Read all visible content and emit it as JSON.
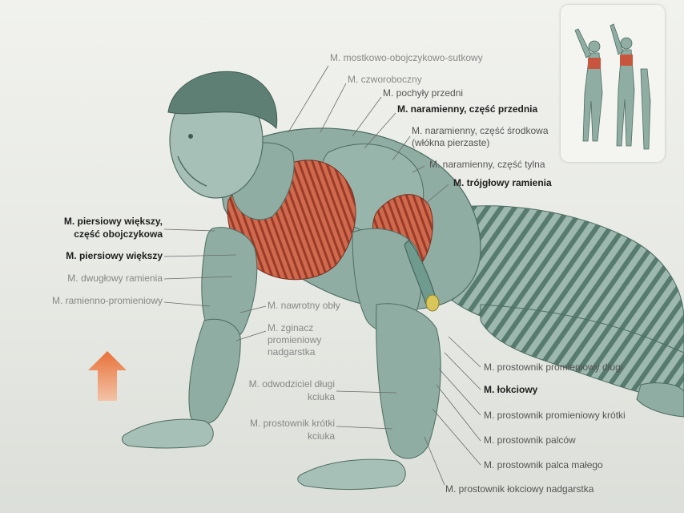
{
  "labels": {
    "mostkowo": "M. mostkowo-obojczykowo-sutkowy",
    "czworoboczny": "M. czworoboczny",
    "pochyly": "M. pochyły przedni",
    "nar_przednia": "M. naramienny, część przednia",
    "nar_srodkowa_1": "M. naramienny, część środkowa",
    "nar_srodkowa_2": "(włókna pierzaste)",
    "nar_tylna": "M. naramienny, część tylna",
    "trojglowy": "M. trójgłowy ramienia",
    "piersiowy_obojcz_1": "M. piersiowy większy,",
    "piersiowy_obojcz_2": "część obojczykowa",
    "piersiowy": "M. piersiowy większy",
    "dwuglowy": "M. dwugłowy ramienia",
    "ramienno": "M. ramienno-promieniowy",
    "nawrotny": "M. nawrotny obły",
    "zginacz_1": "M. zginacz",
    "zginacz_2": "promieniowy",
    "zginacz_3": "nadgarstka",
    "odwodziciel_1": "M. odwodziciel długi",
    "odwodziciel_2": "kciuka",
    "prost_krotki_1": "M. prostownik krótki",
    "prost_krotki_2": "kciuka",
    "prost_prom_dlugi": "M. prostownik promieniowy długi",
    "lokciowy": "M. łokciowy",
    "prost_prom_krotki": "M. prostownik promieniowy krótki",
    "prost_palcow": "M. prostownik palców",
    "prost_palca": "M. prostownik palca małego",
    "prost_lokciowy": "M. prostownik łokciowy nadgarstka"
  },
  "colors": {
    "muscle": "#8fada3",
    "muscle_dark": "#56786d",
    "highlight": "#c8553d",
    "arrow": "#e8713a",
    "tendon": "#d9c65a"
  },
  "icons": {
    "arrow": "up-arrow-icon"
  }
}
